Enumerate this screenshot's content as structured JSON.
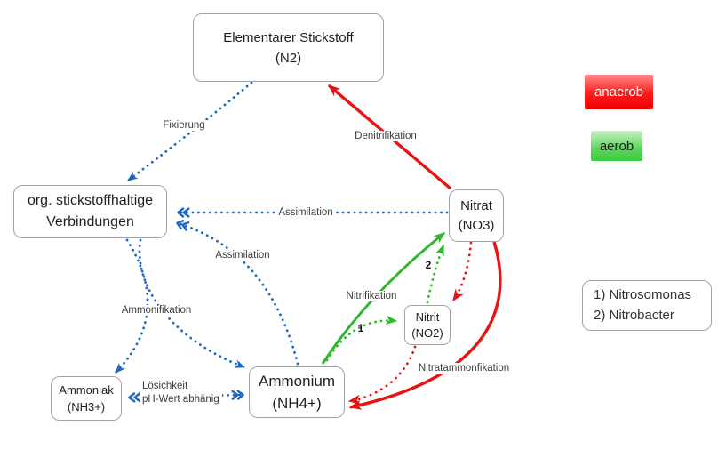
{
  "diagram": {
    "nodes": {
      "n2": {
        "line1": "Elementarer Stickstoff",
        "line2": "(N2)"
      },
      "org": {
        "line1": "org. stickstoffhaltige",
        "line2": "Verbindungen"
      },
      "nitrat": {
        "line1": "Nitrat",
        "line2": "(NO3)"
      },
      "nitrit": {
        "line1": "Nitrit",
        "line2": "(NO2)"
      },
      "ammonium": {
        "line1": "Ammonium",
        "line2": "(NH4+)"
      },
      "ammoniak": {
        "line1": "Ammoniak",
        "line2": "(NH3+)"
      }
    },
    "edge_labels": {
      "fixierung": "Fixierung",
      "denitrifikation": "Denitrifikation",
      "assimilation_top": "Assimilation",
      "assimilation_curve": "Assimilation",
      "ammonifikation": "Ammonifikation",
      "nitrifikation": "Nitrifikation",
      "nitratammonfikation": "Nitratammonfikation",
      "solubility_line1": "Lösichkeit",
      "solubility_line2": "pH-Wert abhänig",
      "step1": "1",
      "step2": "2"
    },
    "legend": {
      "anaerob_label": "anaerob",
      "anaerob_color": "#ee1111",
      "aerob_label": "aerob",
      "aerob_color": "#4ccc4c"
    },
    "notes": {
      "line1": "1) Nitrosomonas",
      "line2": "2) Nitrobacter"
    },
    "colors": {
      "blue": "#1e68c2",
      "green": "#2eb82e",
      "red": "#e81414"
    }
  }
}
